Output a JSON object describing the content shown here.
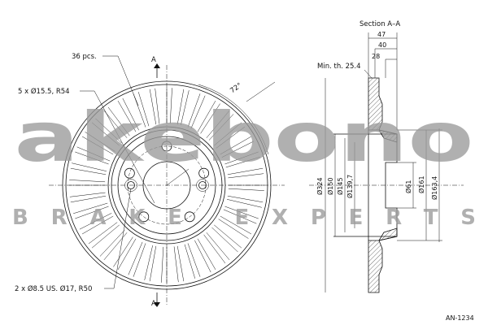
{
  "section_title": "Section A–A",
  "callouts": {
    "vanes": "36 pcs.",
    "bolt_holes": "5 x Ø15.5, R54",
    "aux_holes": "2 x Ø8.5 US. Ø17, R50",
    "min_thickness": "Min. th. 25.4",
    "angle": "72°"
  },
  "section_marks": {
    "top": "A",
    "bottom": "A"
  },
  "dimensions_top": [
    "47",
    "40",
    "28"
  ],
  "diameters": [
    "Ø324",
    "Ø150",
    "Ø145",
    "Ø139,7",
    "Ø61",
    "Ø161",
    "Ø163,4"
  ],
  "watermark": {
    "top": "akebono",
    "bottom": "BRAKE EXPERTS"
  },
  "footer_code": "AN-1234"
}
